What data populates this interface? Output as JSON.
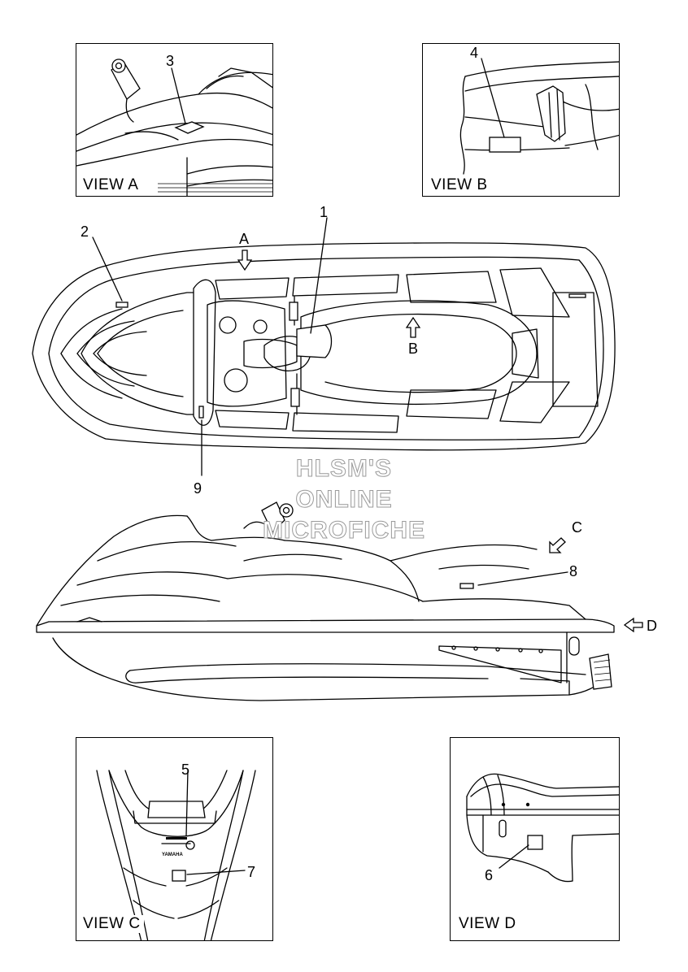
{
  "views": {
    "a": {
      "label": "VIEW A"
    },
    "b": {
      "label": "VIEW B"
    },
    "c": {
      "label": "VIEW C"
    },
    "d": {
      "label": "VIEW D"
    }
  },
  "callouts": [
    "1",
    "2",
    "3",
    "4",
    "5",
    "6",
    "7",
    "8",
    "9"
  ],
  "view_arrows": {
    "a": "A",
    "b": "B",
    "c": "C",
    "d": "D"
  },
  "watermark": [
    "HLSM'S",
    "ONLINE",
    "MICROFICHE"
  ],
  "decal_text": "YAMAHA"
}
